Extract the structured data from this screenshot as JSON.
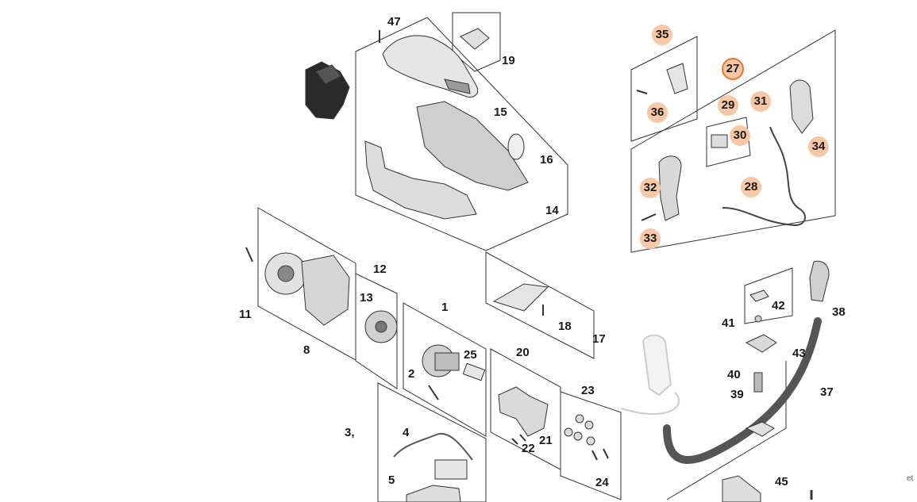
{
  "diagram": {
    "labels": {
      "l47": "47",
      "l19": "19",
      "l15": "15",
      "l16": "16",
      "l14": "14",
      "l12": "12",
      "l13": "13",
      "l11": "11",
      "l8": "8",
      "l1": "1",
      "l25": "25",
      "l2": "2",
      "l17": "17",
      "l18": "18",
      "l20": "20",
      "l23": "23",
      "l21": "21",
      "l22": "22",
      "l24": "24",
      "l3": "3,",
      "l4": "4",
      "l5": "5",
      "l41": "41",
      "l42": "42",
      "l43": "43",
      "l40": "40",
      "l39": "39",
      "l38": "38",
      "l37": "37",
      "l45": "45"
    },
    "badges": {
      "b35": "35",
      "b36": "36",
      "b27": "27",
      "b29": "29",
      "b31": "31",
      "b30": "30",
      "b34": "34",
      "b32": "32",
      "b28": "28",
      "b33": "33"
    },
    "colors": {
      "badge_fill": "#f7c7a6",
      "selected_ring": "#e8772e",
      "line": "#333333"
    },
    "watermark": "et"
  }
}
